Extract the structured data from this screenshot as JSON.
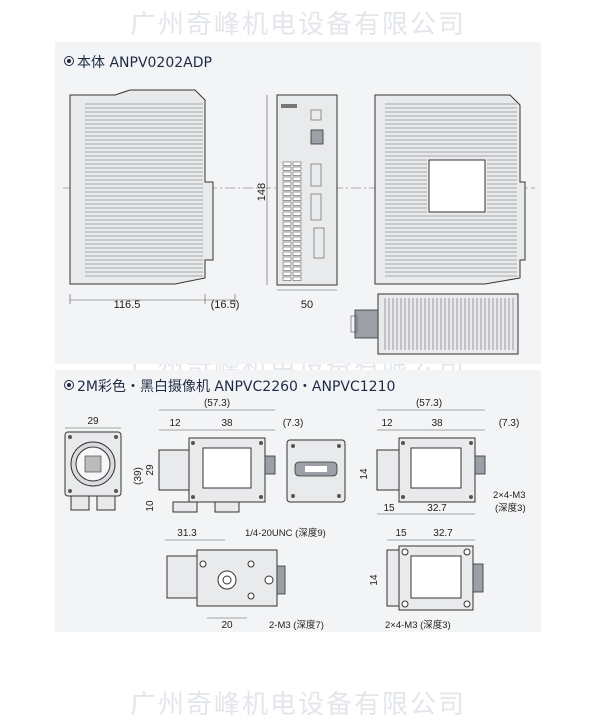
{
  "watermark": "广州奇峰机电设备有限公司",
  "section1": {
    "title": "本体  ANPV0202ADP",
    "dims": {
      "w_front": "116.5",
      "w_side": "(16.5)",
      "height": "148",
      "w_conn": "50"
    }
  },
  "section2": {
    "title": "2M彩色・黑白摄像机  ANPVC2260・ANPVC1210",
    "dims": {
      "total_len": "(57.3)",
      "seg_12": "12",
      "seg_38": "38",
      "seg_73": "(7.3)",
      "front_w": "29",
      "front_h": "29",
      "front_h2": "(39)",
      "front_10": "10",
      "side_14": "14",
      "side_15": "15",
      "side_327": "32.7",
      "side_m3": "2×4-M3",
      "side_m3_depth": "(深度3)",
      "bot_313": "31.3",
      "bot_unc": "1/4-20UNC (深度9)",
      "bot_20": "20",
      "bot_m3": "2-M3 (深度7)",
      "bot2_15": "15",
      "bot2_327": "32.7",
      "bot2_14": "14",
      "bot2_m3": "2×4-M3 (深度3)"
    }
  },
  "colors": {
    "panel": "#f3f4f6",
    "watermark": "#e3e6ea",
    "ink": "#1f2a44"
  }
}
